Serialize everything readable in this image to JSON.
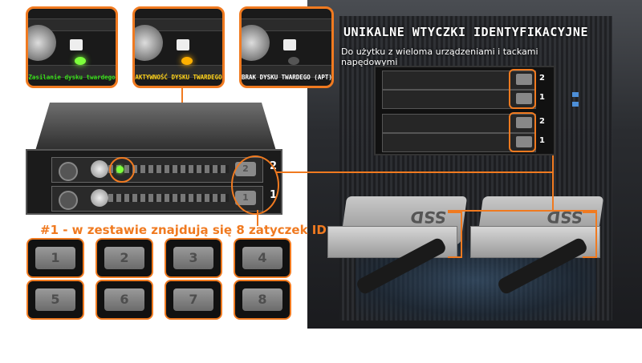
{
  "banner": {
    "title": "UNIKALNE WTYCZKI IDENTYFIKACYJNE",
    "subtitle": "Do użytku z wieloma urządzeniami i tackami napędowymi"
  },
  "status_thumbnails": [
    {
      "caption": "Zasilanie dysku twardego",
      "caption_color": "#39e01a",
      "led_color": "#7dff3c"
    },
    {
      "caption": "AKTYWNOŚĆ DYSKU TWARDEGO",
      "caption_color": "#ffd21a",
      "led_color": "#ffb000"
    },
    {
      "caption": "BRAK DYSKU TWARDEGO (APT)",
      "caption_color": "#ffffff",
      "led_color": "#555555"
    }
  ],
  "enclosure": {
    "slot_numbers": [
      "2",
      "1"
    ],
    "plug_numbers": [
      "2",
      "1"
    ]
  },
  "plugs_caption": "#1 - w zestawie znajdują się 8 zatyczek ID",
  "id_plugs": [
    "1",
    "2",
    "3",
    "4",
    "5",
    "6",
    "7",
    "8"
  ],
  "tower_enclosure": {
    "slot_numbers": [
      "2",
      "1",
      "2",
      "1"
    ]
  },
  "ssd_trays": [
    {
      "label": "SSD"
    },
    {
      "label": "SSD"
    }
  ],
  "colors": {
    "accent": "#f07a20"
  }
}
